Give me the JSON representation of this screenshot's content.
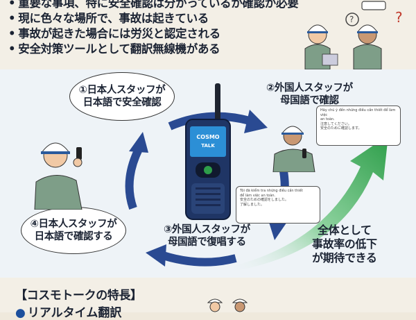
{
  "bullets": [
    "重要な事項、特に安全確認は分かっているか確認が必要",
    "現に色々な場所で、事故は起きている",
    "事故が起きた場合には労災と認定される",
    "安全対策ツールとして翻訳無線機がある"
  ],
  "steps": {
    "step1": [
      "①日本人スタッフが",
      "日本語で安全確認"
    ],
    "step2": [
      "②外国人スタッフが",
      "母国語で確認"
    ],
    "step3": [
      "③外国人スタッフが",
      "母国語で復唱する"
    ],
    "step4": [
      "④日本人スタッフが",
      "日本語で確認する"
    ]
  },
  "device": {
    "brand": "COSMO",
    "model": "TALK"
  },
  "speech_upper": [
    "Hãy chú ý đến những điều cần thiết để làm việc",
    "an toàn.",
    "注意してください。",
    "安全のために確認します。"
  ],
  "speech_lower": [
    "Tôi đã kiểm tra những điều cần thiết",
    "để làm việc an toàn.",
    "安全のための確認をしました。",
    "了解しました。"
  ],
  "result": [
    "全体として",
    "事故率の低下",
    "が期待できる"
  ],
  "features": {
    "title": "【コスモトークの特長】",
    "first_item": "リアルタイム翻訳"
  },
  "colors": {
    "cycle_arrow": "#2a4a92",
    "growth_arrow": "#2e9e4a",
    "accent": "#1d4f9c"
  }
}
